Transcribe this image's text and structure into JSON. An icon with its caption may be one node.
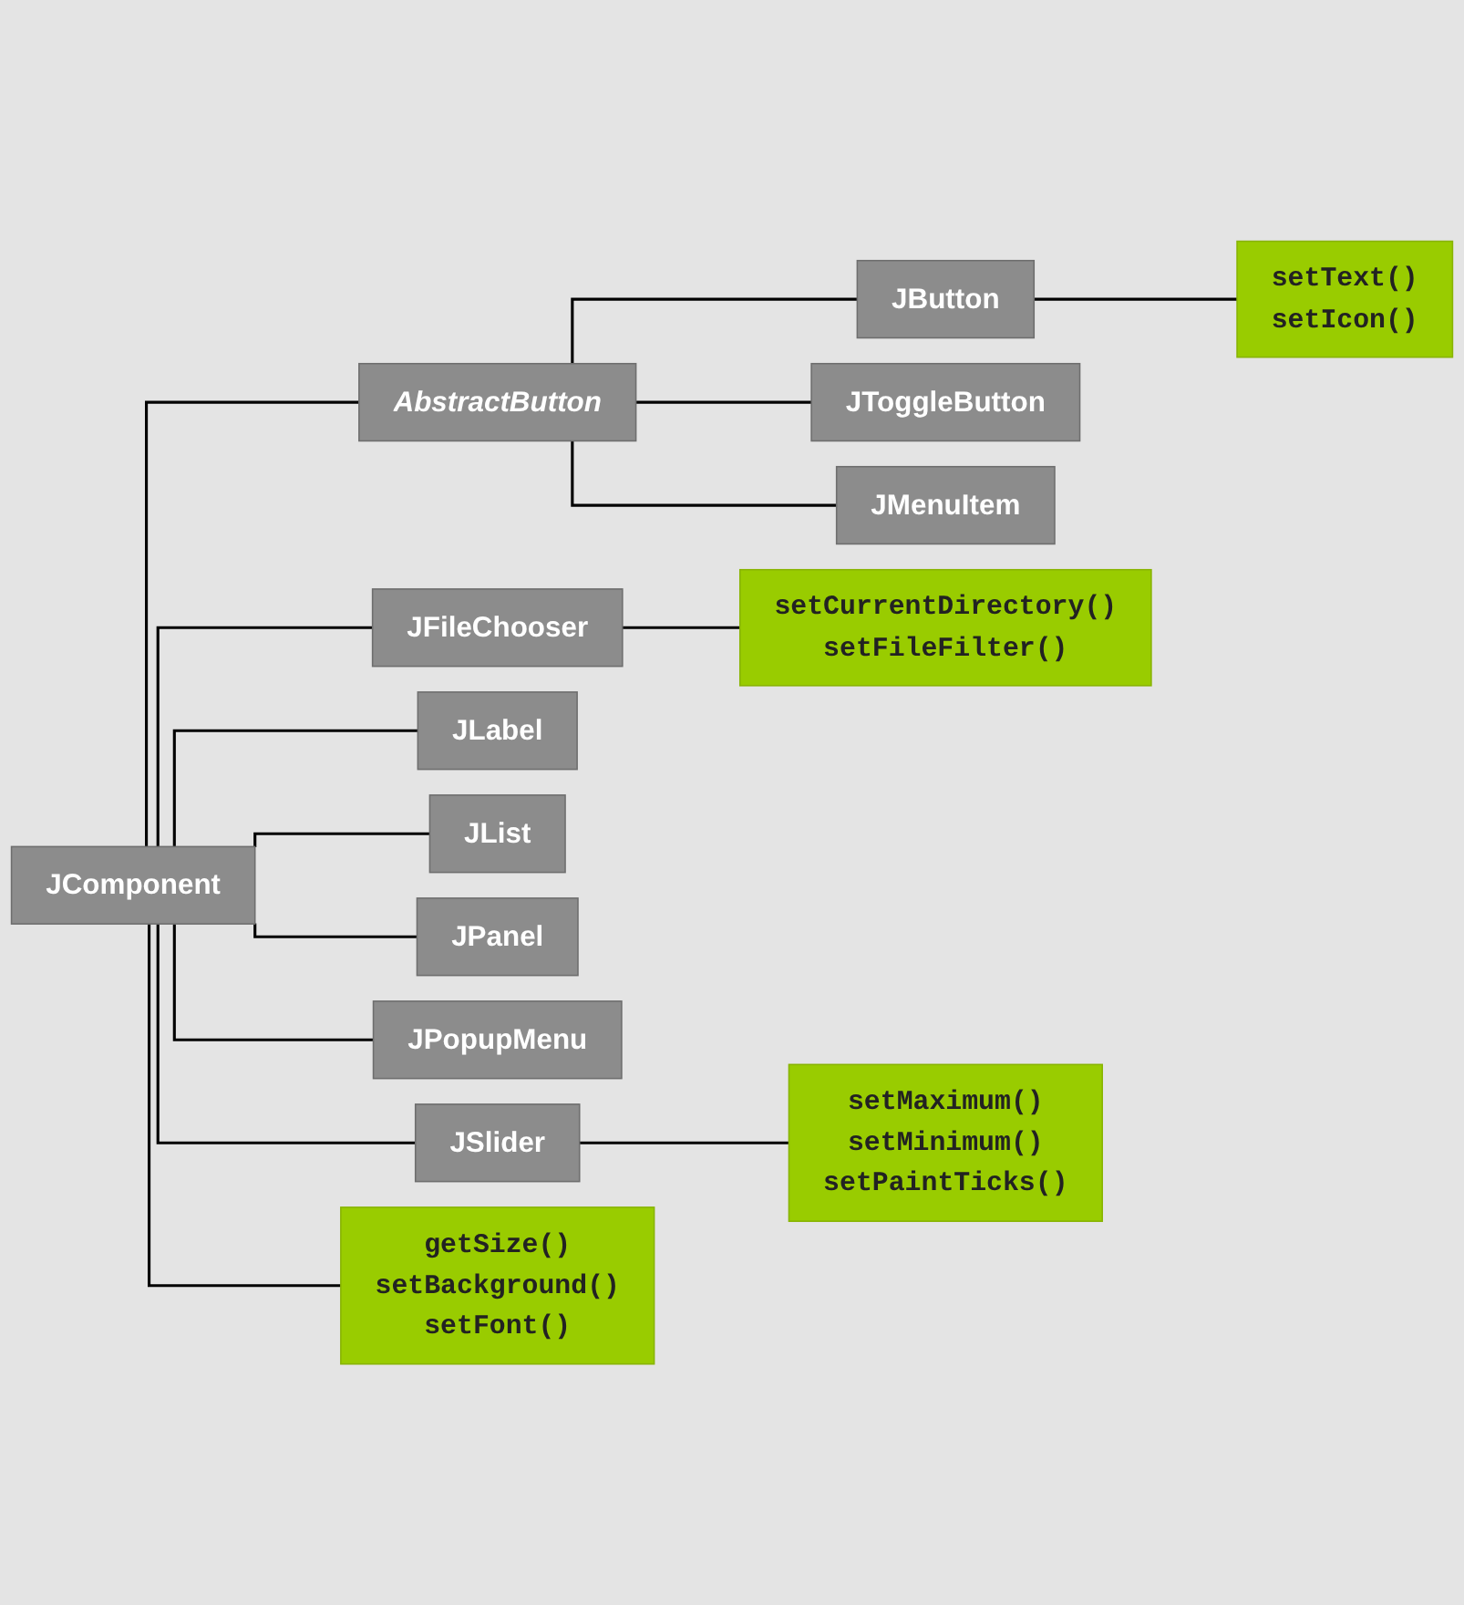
{
  "diagram": {
    "nodes": [
      {
        "text": [
          "JComponent"
        ]
      },
      {
        "text": [
          "AbstractButton"
        ]
      },
      {
        "text": [
          "JButton"
        ]
      },
      {
        "text": [
          "JToggleButton"
        ]
      },
      {
        "text": [
          "JMenuItem"
        ]
      },
      {
        "text": [
          "JFileChooser"
        ]
      },
      {
        "text": [
          "JLabel"
        ]
      },
      {
        "text": [
          "JList"
        ]
      },
      {
        "text": [
          "JPanel"
        ]
      },
      {
        "text": [
          "JPopupMenu"
        ]
      },
      {
        "text": [
          "JSlider"
        ]
      },
      {
        "text": [
          "getSize()",
          "setBackground()",
          "setFont()"
        ]
      },
      {
        "text": [
          "setText()",
          "setIcon()"
        ]
      },
      {
        "text": [
          "setCurrentDirectory()",
          "setFileFilter()"
        ]
      },
      {
        "text": [
          "setMaximum()",
          "setMinimum()",
          "setPaintTicks()"
        ]
      }
    ],
    "edges": [
      {
        "from": 0,
        "to": 1,
        "arrow": "none"
      },
      {
        "from": 1,
        "to": 2,
        "arrow": "none"
      },
      {
        "from": 1,
        "to": 3,
        "arrow": "none"
      },
      {
        "from": 1,
        "to": 4,
        "arrow": "none"
      },
      {
        "from": 0,
        "to": 5,
        "arrow": "none"
      },
      {
        "from": 0,
        "to": 6,
        "arrow": "none"
      },
      {
        "from": 0,
        "to": 7,
        "arrow": "none"
      },
      {
        "from": 0,
        "to": 8,
        "arrow": "none"
      },
      {
        "from": 0,
        "to": 9,
        "arrow": "none"
      },
      {
        "from": 0,
        "to": 10,
        "arrow": "none"
      },
      {
        "from": 0,
        "to": 11,
        "arrow": "none"
      },
      {
        "from": 2,
        "to": 12,
        "arrow": "none"
      },
      {
        "from": 5,
        "to": 13,
        "arrow": "none"
      },
      {
        "from": 10,
        "to": 14,
        "arrow": "none"
      }
    ]
  }
}
